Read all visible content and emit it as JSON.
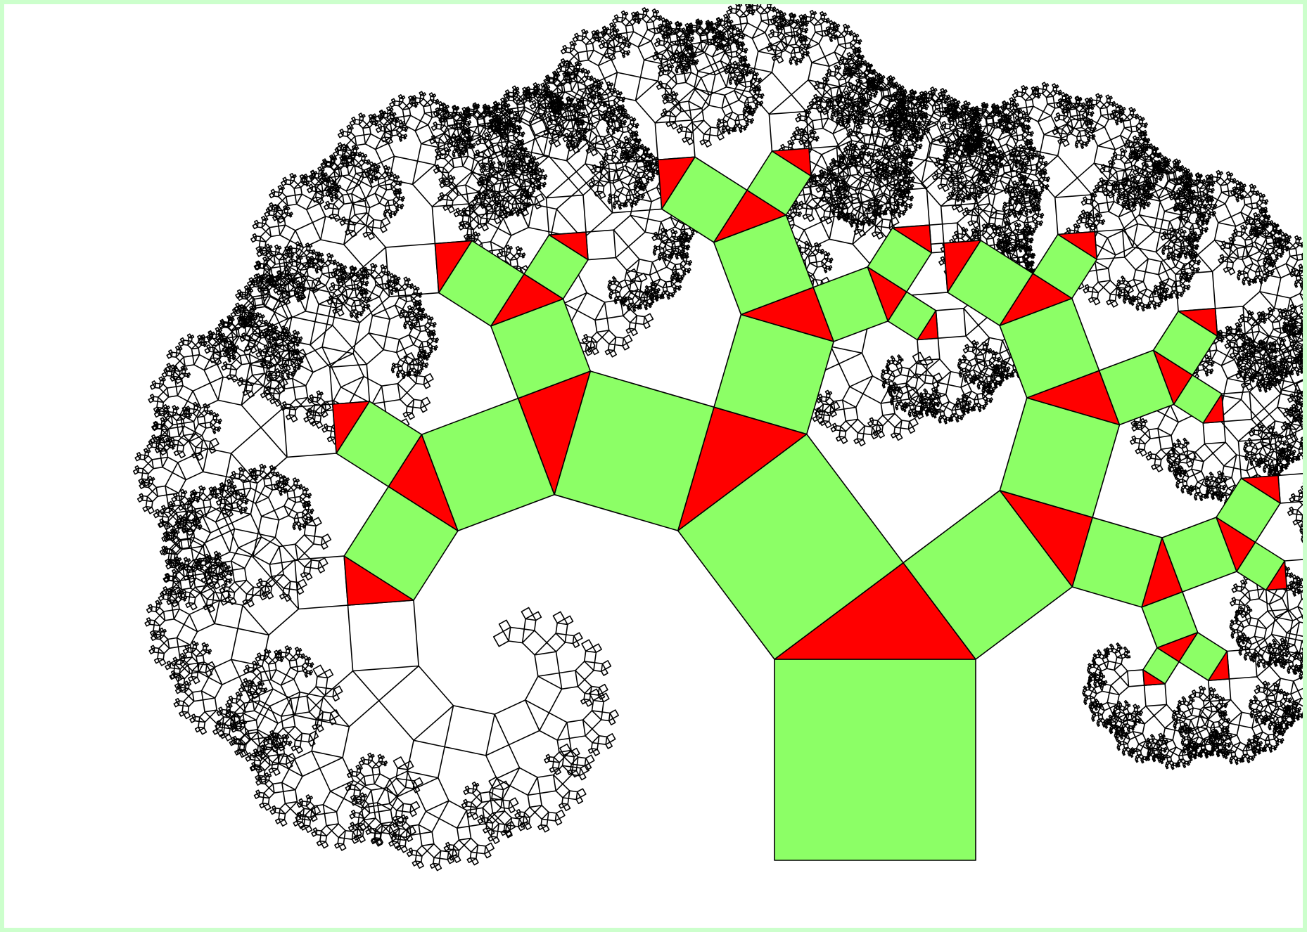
{
  "figure": {
    "subject": "pythagoras-tree",
    "background_color": "#ffffff",
    "border_color": "#ccffcc",
    "stroke_color": "#000000",
    "highlight_square_color": "#8cff66",
    "highlight_triangle_color": "#ff0000",
    "branch_angle_degrees": 36.87,
    "recursion_depth": 13,
    "highlighted_depth": 4
  }
}
